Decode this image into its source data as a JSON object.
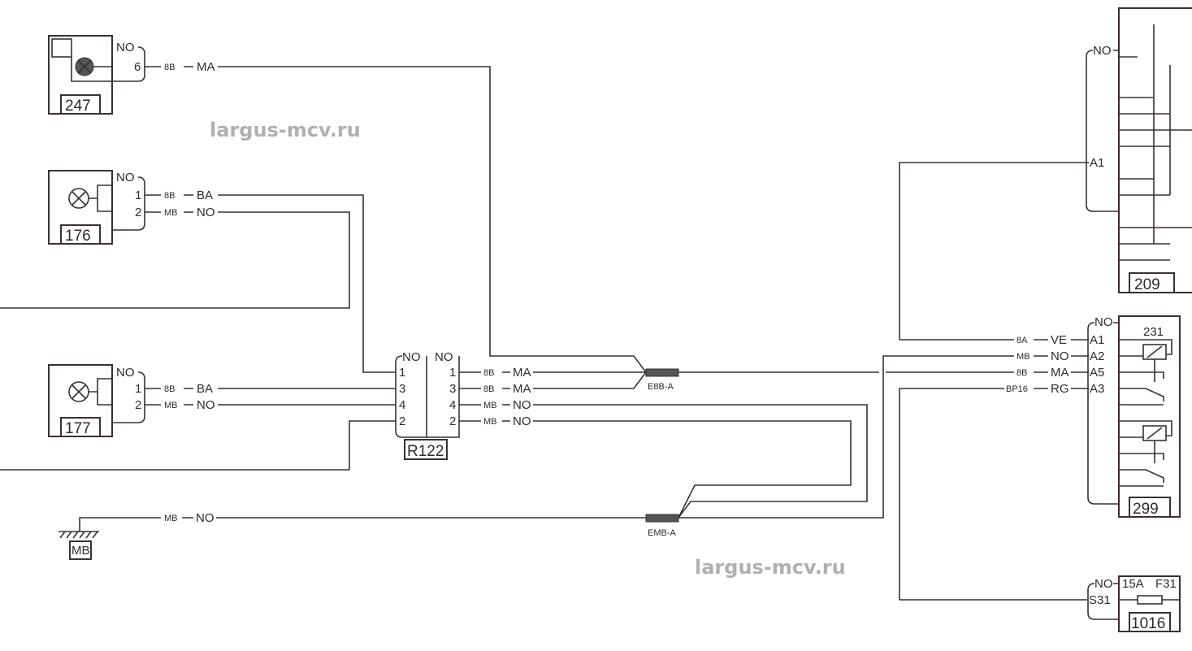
{
  "watermark": "largus-mcv.ru",
  "components": {
    "c247": {
      "id": "247",
      "ground": "NO",
      "pin": "6",
      "wire_code": "8B",
      "wire_color": "MA"
    },
    "c176": {
      "id": "176",
      "ground": "NO",
      "pins": [
        "1",
        "2"
      ],
      "wires": [
        {
          "code": "8B",
          "color": "BA"
        },
        {
          "code": "MB",
          "color": "NO"
        }
      ]
    },
    "c177": {
      "id": "177",
      "ground": "NO",
      "pins": [
        "1",
        "2"
      ],
      "wires": [
        {
          "code": "8B",
          "color": "BA"
        },
        {
          "code": "MB",
          "color": "NO"
        }
      ]
    },
    "r122": {
      "id": "R122",
      "left_ground": "NO",
      "right_ground": "NO",
      "left_pins": [
        "1",
        "3",
        "4",
        "2"
      ],
      "right_pins": [
        "1",
        "3",
        "4",
        "2"
      ],
      "wires": [
        {
          "code": "8B",
          "color": "MA"
        },
        {
          "code": "8B",
          "color": "MA"
        },
        {
          "code": "MB",
          "color": "NO"
        },
        {
          "code": "MB",
          "color": "NO"
        }
      ]
    },
    "ground_mb": {
      "id": "MB",
      "wire_code": "MB",
      "wire_color": "NO"
    },
    "splice_e8b": "E8B-A",
    "splice_emb": "EMB-A",
    "c209": {
      "id": "209",
      "ground": "NO",
      "pin": "A1"
    },
    "c299": {
      "id": "299",
      "relay": "231",
      "ground": "NO",
      "pins": [
        "A1",
        "A2",
        "A5",
        "A3"
      ],
      "wires": [
        {
          "code": "8A",
          "color": "VE"
        },
        {
          "code": "MB",
          "color": "NO"
        },
        {
          "code": "8B",
          "color": "MA"
        },
        {
          "code": "BP16",
          "color": "RG"
        }
      ]
    },
    "c1016": {
      "id": "1016",
      "ground": "NO",
      "pin": "S31",
      "fuse_rating": "15A",
      "fuse_id": "F31"
    }
  }
}
